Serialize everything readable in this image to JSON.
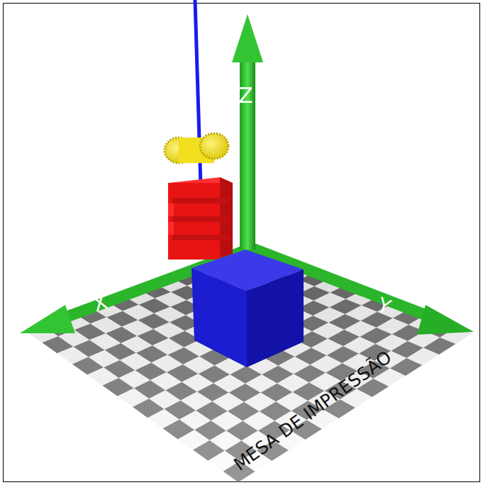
{
  "diagram": {
    "labels": [
      "Z",
      "X",
      "Y",
      "MESA DE IMPRESSÃO"
    ]
  }
}
